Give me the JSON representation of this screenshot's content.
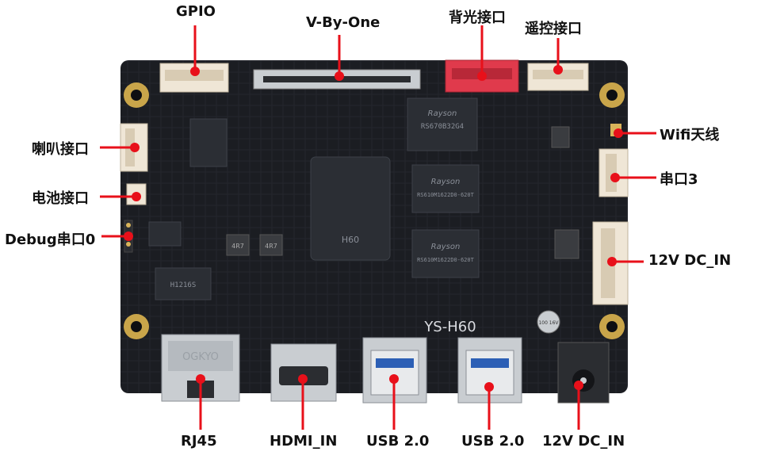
{
  "board": {
    "model": "YS-H60",
    "chip_marks": {
      "soc": "H60",
      "emmc": "RS670B32G4",
      "ddr_top": "RS610M1622D0-620T",
      "ddr_bottom": "RS610M1622D0-620T",
      "mem_brand": "Rayson",
      "inductor": "4R7",
      "net_chip": "H1216S",
      "rj45_brand": "OGKYO",
      "cap": "100 16V"
    },
    "colors": {
      "pcb": "#1b1d22",
      "connector": "#efe6d6",
      "red_connector": "#e03a4c",
      "callout": "#e8101a",
      "metal": "#c9cdd1",
      "usb_blue": "#2c5fb5",
      "gold": "#d9b45a"
    }
  },
  "callouts": {
    "gpio": "GPIO",
    "vbyone": "V-By-One",
    "backlight": "背光接口",
    "remote": "遥控接口",
    "speaker": "喇叭接口",
    "battery": "电池接口",
    "debug": "Debug串口0",
    "wifi": "Wifi天线",
    "uart3": "串口3",
    "dc_in_side": "12V DC_IN",
    "rj45": "RJ45",
    "hdmi": "HDMI_IN",
    "usb1": "USB 2.0",
    "usb2": "USB 2.0",
    "dc_in_bottom": "12V  DC_IN"
  }
}
